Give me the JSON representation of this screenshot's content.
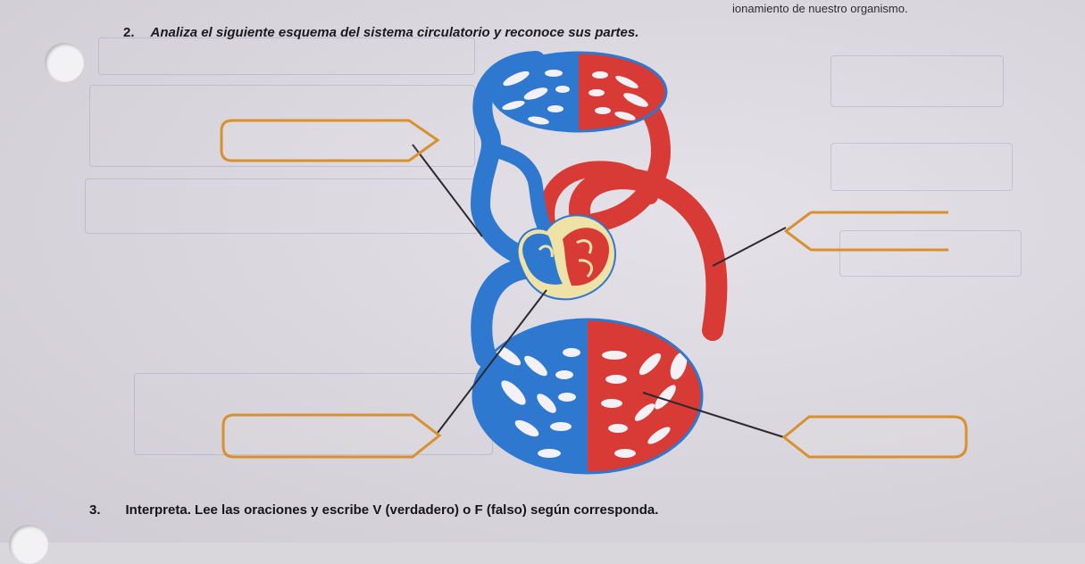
{
  "header": {
    "top_note": "ionamiento de nuestro organismo."
  },
  "question2": {
    "number": "2.",
    "text": "Analiza el siguiente esquema del sistema circulatorio y reconoce sus partes."
  },
  "question3": {
    "number": "3.",
    "text": "Interpreta. Lee las oraciones y escribe V (verdadero) o F (falso) según corresponda."
  },
  "answer_boxes": [
    {
      "id": "box-top-left",
      "value": ""
    },
    {
      "id": "box-bottom-left",
      "value": ""
    },
    {
      "id": "box-top-right",
      "value": ""
    },
    {
      "id": "box-bottom-right",
      "value": ""
    }
  ],
  "colors": {
    "venous_blue": "#2f78cf",
    "arterial_red": "#d83a35",
    "heart_yellow": "#efe2a6",
    "box_orange": "#d9902f",
    "vessel_white": "#f3f1f6"
  }
}
